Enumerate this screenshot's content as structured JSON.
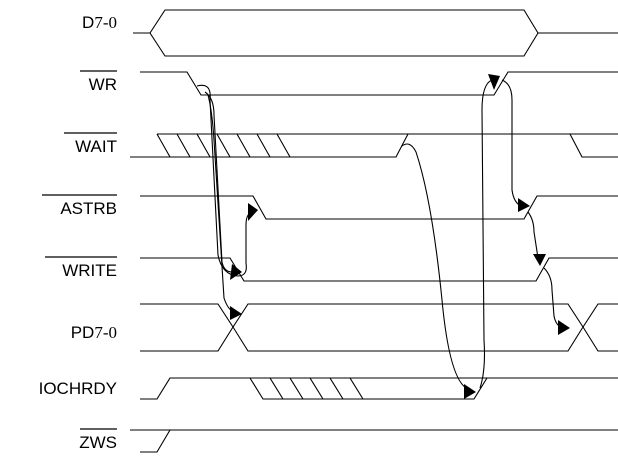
{
  "signals": [
    {
      "id": "d7-0",
      "label": "D7-0",
      "active_low": false
    },
    {
      "id": "wr",
      "label": "WR",
      "active_low": true
    },
    {
      "id": "wait",
      "label": "WAIT",
      "active_low": true
    },
    {
      "id": "astrb",
      "label": "ASTRB",
      "active_low": true
    },
    {
      "id": "write",
      "label": "WRITE",
      "active_low": true
    },
    {
      "id": "pd7-0",
      "label": "PD7-0",
      "active_low": false
    },
    {
      "id": "iochrdy",
      "label": "IOCHRDY",
      "active_low": false
    },
    {
      "id": "zws",
      "label": "ZWS",
      "active_low": true
    }
  ]
}
